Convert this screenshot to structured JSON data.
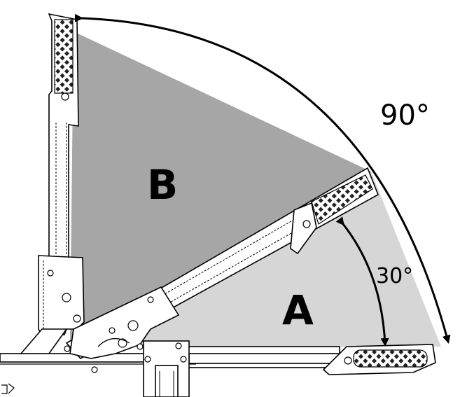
{
  "diagram": {
    "region_a_label": "A",
    "region_b_label": "B",
    "angle_small_label": "30°",
    "angle_large_label": "90°",
    "colors": {
      "region_a_fill": "#d6d6d6",
      "region_b_fill": "#a6a6a6",
      "line": "#000000",
      "background": "#ffffff"
    },
    "icons": [
      "pedal-plate-icon",
      "bolt-icon",
      "arrow-head-icon"
    ]
  }
}
